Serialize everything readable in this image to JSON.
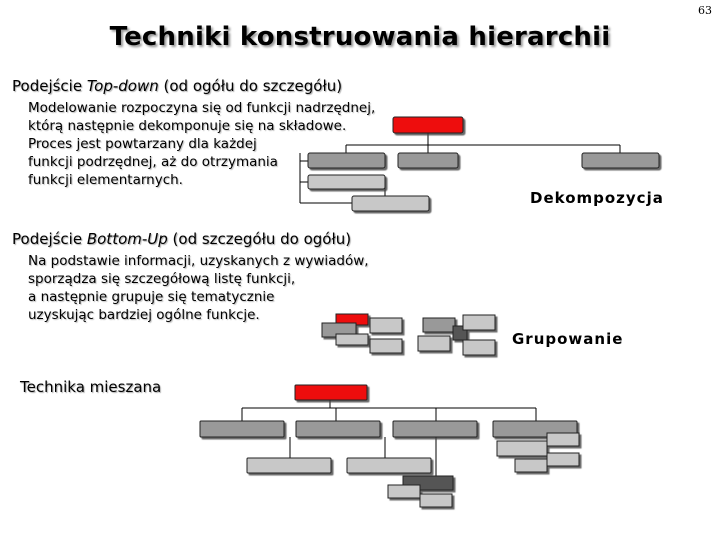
{
  "page_number": "63",
  "title": "Techniki konstruowania hierarchii",
  "topdown": {
    "heading_pre": "Podejście ",
    "heading_em": "Top-down",
    "heading_post": " (od ogółu do szczegółu)",
    "lines": [
      "Modelowanie rozpoczyna się od funkcji nadrzędnej,",
      "którą następnie dekomponuje się na składowe.",
      "Proces jest powtarzany dla każdej",
      "funkcji podrzędnej, aż do otrzymania",
      "funkcji elementarnych."
    ],
    "label": "Dekompozycja"
  },
  "bottomup": {
    "heading_pre": "Podejście ",
    "heading_em": "Bottom-Up",
    "heading_post": " (od szczegółu do ogółu)",
    "lines": [
      "Na podstawie informacji, uzyskanych z wywiadów,",
      "sporządza się szczegółową listę funkcji,",
      "a następnie grupuje się tematycznie",
      "uzyskując bardziej ogólne funkcje."
    ],
    "label": "Grupowanie"
  },
  "mixed": {
    "heading": "Technika mieszana"
  },
  "colors": {
    "root": "#ee1111",
    "level2": "#999999",
    "level3": "#c8c8c8",
    "dark": "#555555"
  }
}
